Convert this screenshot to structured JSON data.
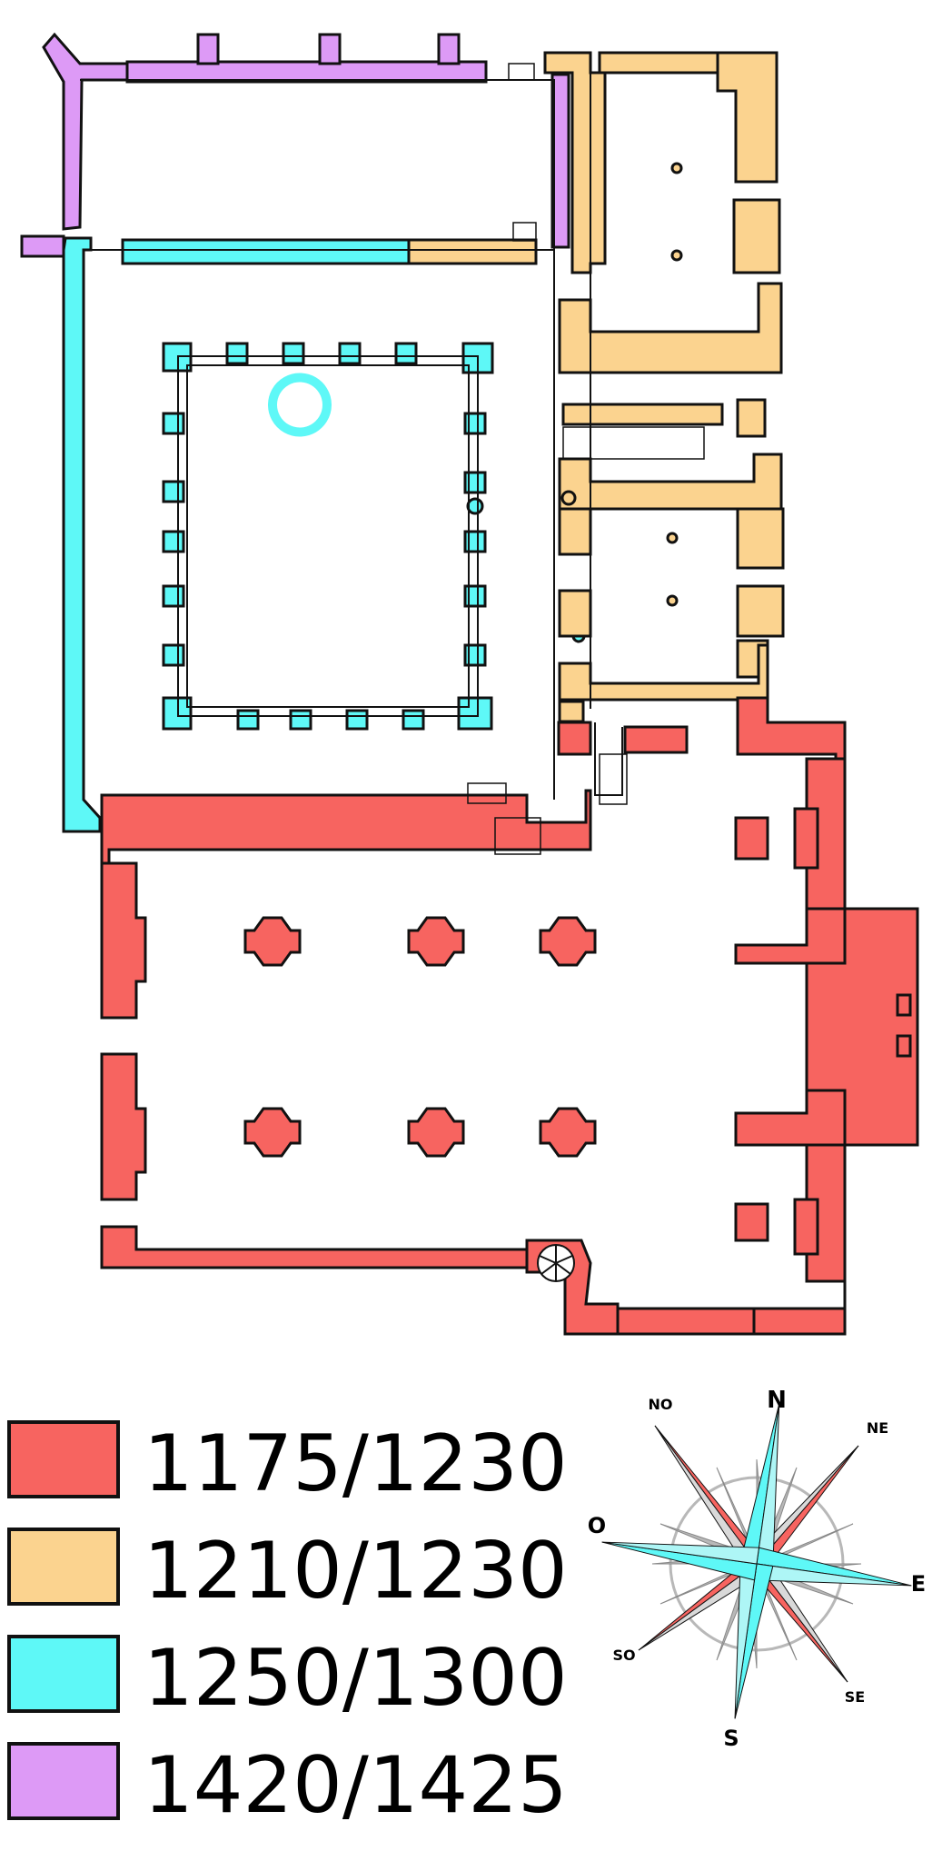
{
  "legend": {
    "items": [
      {
        "label": "1175/1230",
        "color": "#f76460"
      },
      {
        "label": "1210/1230",
        "color": "#fbd38f"
      },
      {
        "label": "1250/1300",
        "color": "#5ef8f7"
      },
      {
        "label": "1420/1425",
        "color": "#dd9af6"
      }
    ]
  },
  "compass": {
    "n": "N",
    "ne": "NE",
    "e": "E",
    "se": "SE",
    "s": "S",
    "so": "SO",
    "o": "O",
    "no": "NO"
  },
  "colors": {
    "period_1175": "#f76460",
    "period_1210": "#fbd38f",
    "period_1250": "#5ef8f7",
    "period_1420": "#dd9af6",
    "outline": "#111111",
    "window": "#e8e8e8",
    "compass_gray": "#b8b8b8"
  }
}
